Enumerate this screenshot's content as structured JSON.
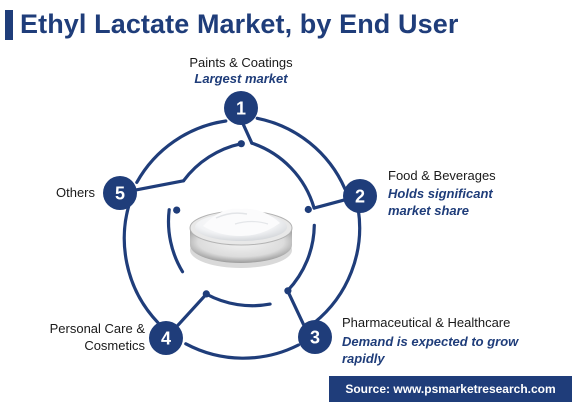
{
  "title": "Ethyl Lactate Market, by End User",
  "segments": [
    {
      "number": "1",
      "label": "Paints & Coatings",
      "note": "Largest market"
    },
    {
      "number": "2",
      "label": "Food & Beverages",
      "note_lines": [
        "Holds significant",
        "market share"
      ]
    },
    {
      "number": "3",
      "label": "Pharmaceutical & Healthcare",
      "note_lines": [
        "Demand is expected to grow",
        "rapidly"
      ]
    },
    {
      "number": "4",
      "label_lines": [
        "Personal Care &",
        "Cosmetics"
      ]
    },
    {
      "number": "5",
      "label": "Others"
    }
  ],
  "source": "Source: www.psmarketresearch.com",
  "colors": {
    "primary": "#1f3d7a",
    "text": "#1a1a1a",
    "background": "#ffffff"
  }
}
